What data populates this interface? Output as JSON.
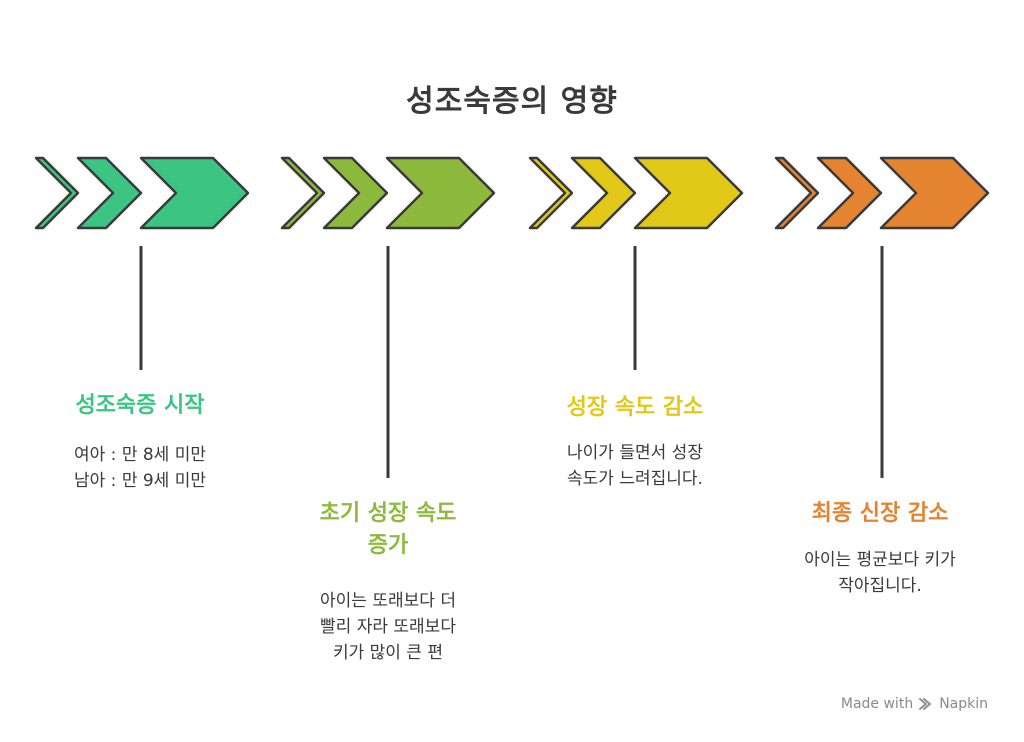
{
  "title": "성조숙증의 영향",
  "stages": [
    {
      "title": "성조숙증 시작",
      "description": "여아 : 만 8세 미만\n남아 : 만 9세 미만",
      "color": "#3cc582"
    },
    {
      "title": "초기 성장 속도\n증가",
      "description": "아이는 또래보다 더\n빨리 자라 또래보다\n키가 많이 큰 편",
      "color": "#8dba3c"
    },
    {
      "title": "성장 속도 감소",
      "description": "나이가 들면서 성장\n속도가 느려집니다.",
      "color": "#e2c919"
    },
    {
      "title": "최종 신장 감소",
      "description": "아이는 평균보다 키가\n작아집니다.",
      "color": "#e48430"
    }
  ],
  "footer": {
    "made_with": "Made with",
    "brand": "Napkin"
  },
  "colors": {
    "outline": "#3a3a3a",
    "line": "#3a3a3a"
  }
}
